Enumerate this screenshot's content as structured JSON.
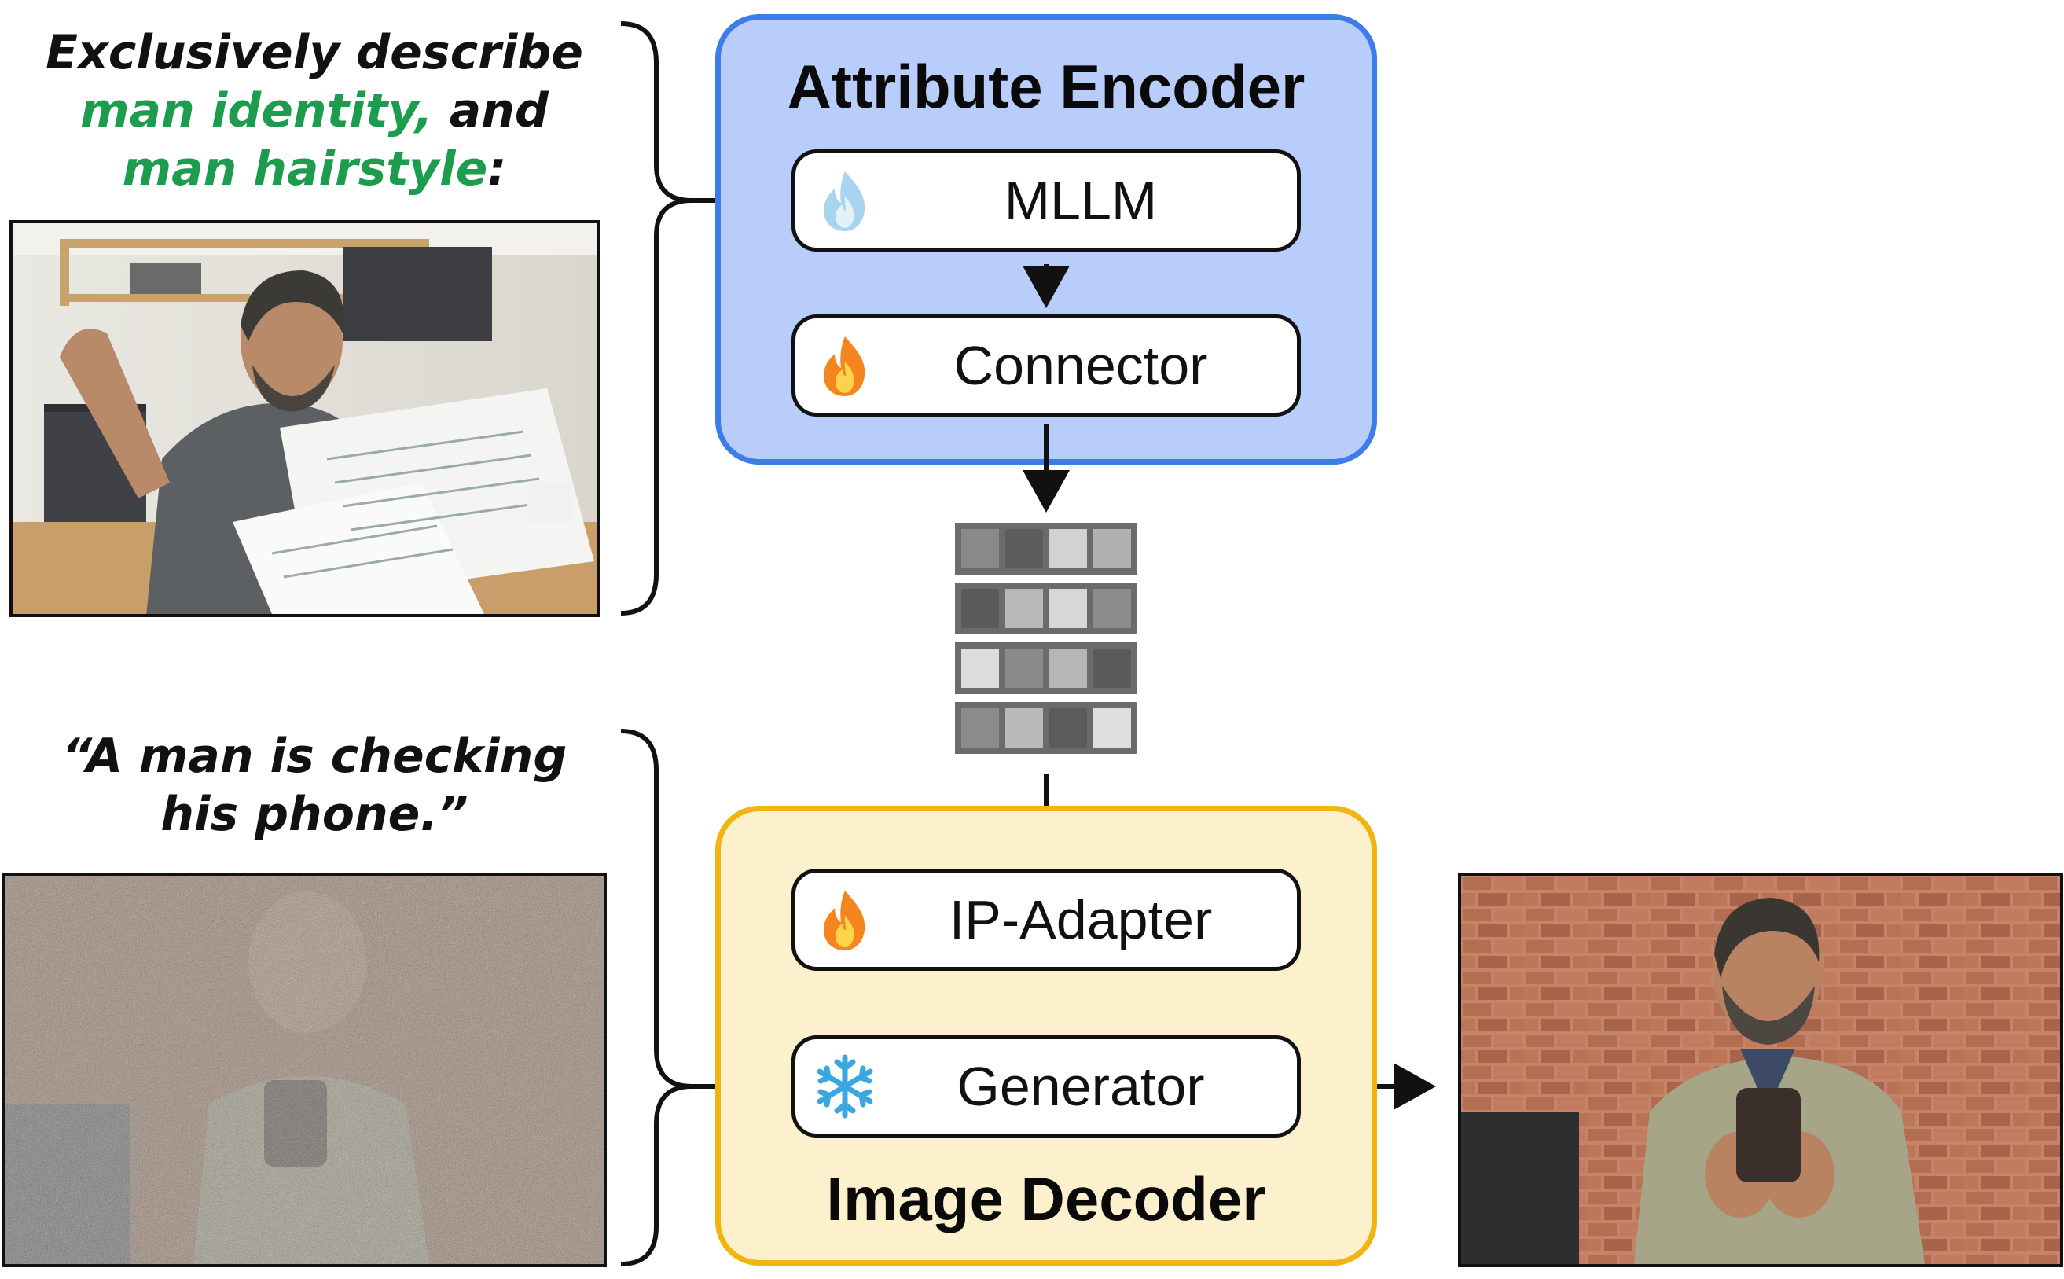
{
  "top_prompt": {
    "line1": "Exclusively describe",
    "attr1": "man identity,",
    "and": " and",
    "attr2": "man hairstyle",
    "colon": ":"
  },
  "bottom_prompt": {
    "line1": "“A man is checking",
    "line2": "his phone.”"
  },
  "encoder": {
    "title": "Attribute Encoder",
    "modules": [
      {
        "label": "MLLM",
        "icon": "fire-icon-frozen-blue"
      },
      {
        "label": "Connector",
        "icon": "fire-icon"
      }
    ]
  },
  "decoder": {
    "title": "Image Decoder",
    "modules": [
      {
        "label": "IP-Adapter",
        "icon": "fire-icon"
      },
      {
        "label": "Generator",
        "icon": "snowflake-icon"
      }
    ]
  },
  "colors": {
    "encoder_fill": "#b9cdfa",
    "encoder_border": "#3b7de9",
    "decoder_fill": "#fdf0cc",
    "decoder_border": "#f0b511",
    "prompt_highlight": "#1e9c4e"
  }
}
